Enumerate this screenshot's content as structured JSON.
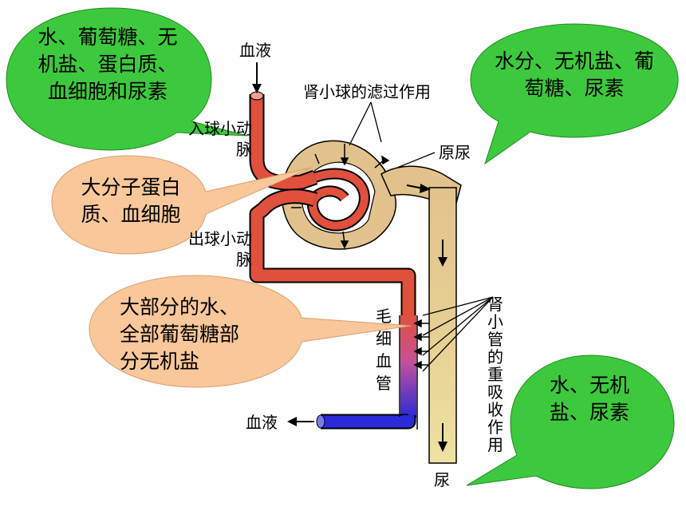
{
  "bubbles": {
    "top_left": "水、葡萄糖、无机盐、蛋白质、血细胞和尿素",
    "middle_left": "大分子蛋白质、血细胞",
    "lower_left": "大部分的水、全部葡萄糖部分无机盐",
    "top_right": "水分、无机盐、葡萄糖、尿素",
    "bottom_right": "水、无机盐、尿素"
  },
  "labels": {
    "blood_in": "血液",
    "glomerular_filtration": "肾小球的滤过作用",
    "afferent_arteriole": "入球小动脉",
    "primary_urine": "原尿",
    "efferent_arteriole": "出球小动脉",
    "capillary": "毛细血管",
    "tubular_reabsorption": "肾小管的重吸收作用",
    "blood_out": "血液",
    "urine": "尿"
  },
  "colors": {
    "green_bubble": "#3dc93d",
    "peach_bubble": "#f9c79a",
    "tubule": "#e2c28c",
    "tubule_lower": "#eadf9b",
    "artery": "#e0503c",
    "vein": "#2a2ad8",
    "capillary_mix": "#b04aa8"
  }
}
